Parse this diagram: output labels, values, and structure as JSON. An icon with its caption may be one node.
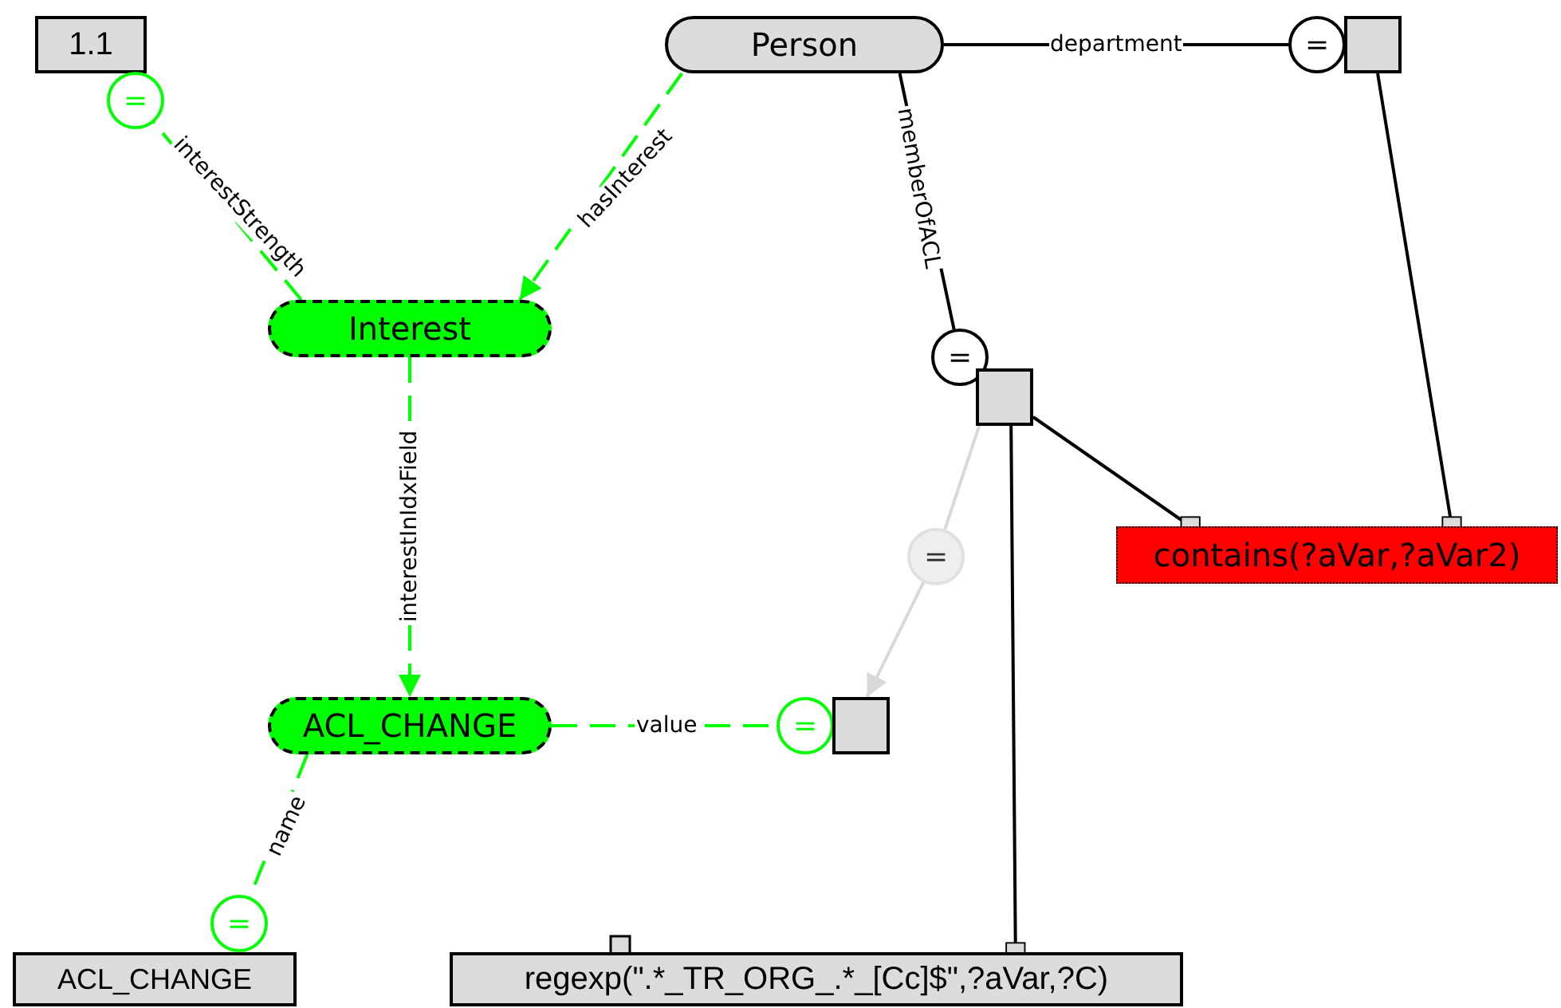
{
  "diagram": {
    "nodes": [
      {
        "text": [
          "1.1"
        ]
      },
      {
        "text": [
          "="
        ]
      },
      {
        "text": [
          "Person"
        ]
      },
      {
        "text": [
          "="
        ]
      },
      {
        "text": [],
        "shape": "box"
      },
      {
        "text": [
          "Interest"
        ]
      },
      {
        "text": [
          "="
        ]
      },
      {
        "text": [],
        "shape": "box"
      },
      {
        "text": [
          "contains(?aVar,?aVar2)"
        ]
      },
      {
        "text": [
          "="
        ]
      },
      {
        "text": [
          "ACL_CHANGE"
        ]
      },
      {
        "text": [
          "="
        ]
      },
      {
        "text": [],
        "shape": "box"
      },
      {
        "text": [
          "="
        ]
      },
      {
        "text": [
          "ACL_CHANGE"
        ]
      },
      {
        "text": [
          "regexp(\".*_TR_ORG_.*_[Cc]$\",?aVar,?C)"
        ]
      }
    ],
    "edges": [
      {
        "from": 2,
        "to": 5,
        "arrow": "to",
        "label": "hasInterest",
        "style": "dashed",
        "color": "#00ff00"
      },
      {
        "from": 5,
        "to": 1,
        "arrow": "none",
        "label": "interestStrength",
        "style": "dashed",
        "color": "#00ff00"
      },
      {
        "from": 2,
        "to": 3,
        "arrow": "none",
        "label": "department",
        "color": "#000000"
      },
      {
        "from": 2,
        "to": 6,
        "arrow": "none",
        "label": "memberOfACL",
        "color": "#000000"
      },
      {
        "from": 7,
        "to": 8,
        "arrow": "other",
        "color": "#000000"
      },
      {
        "from": 4,
        "to": 8,
        "arrow": "other",
        "color": "#000000"
      },
      {
        "from": 7,
        "to": 9,
        "arrow": "none",
        "color": "#d9d9d9"
      },
      {
        "from": 9,
        "to": 12,
        "arrow": "to",
        "color": "#d9d9d9"
      },
      {
        "from": 7,
        "to": 15,
        "arrow": "other",
        "color": "#000000"
      },
      {
        "from": 5,
        "to": 10,
        "arrow": "to",
        "label": "interestInIdxField",
        "style": "dashed",
        "color": "#00ff00"
      },
      {
        "from": 10,
        "to": 11,
        "arrow": "none",
        "label": "value",
        "style": "dashed",
        "color": "#00ff00"
      },
      {
        "from": 10,
        "to": 13,
        "arrow": "none",
        "label": "name",
        "style": "dashed",
        "color": "#00ff00"
      }
    ]
  }
}
